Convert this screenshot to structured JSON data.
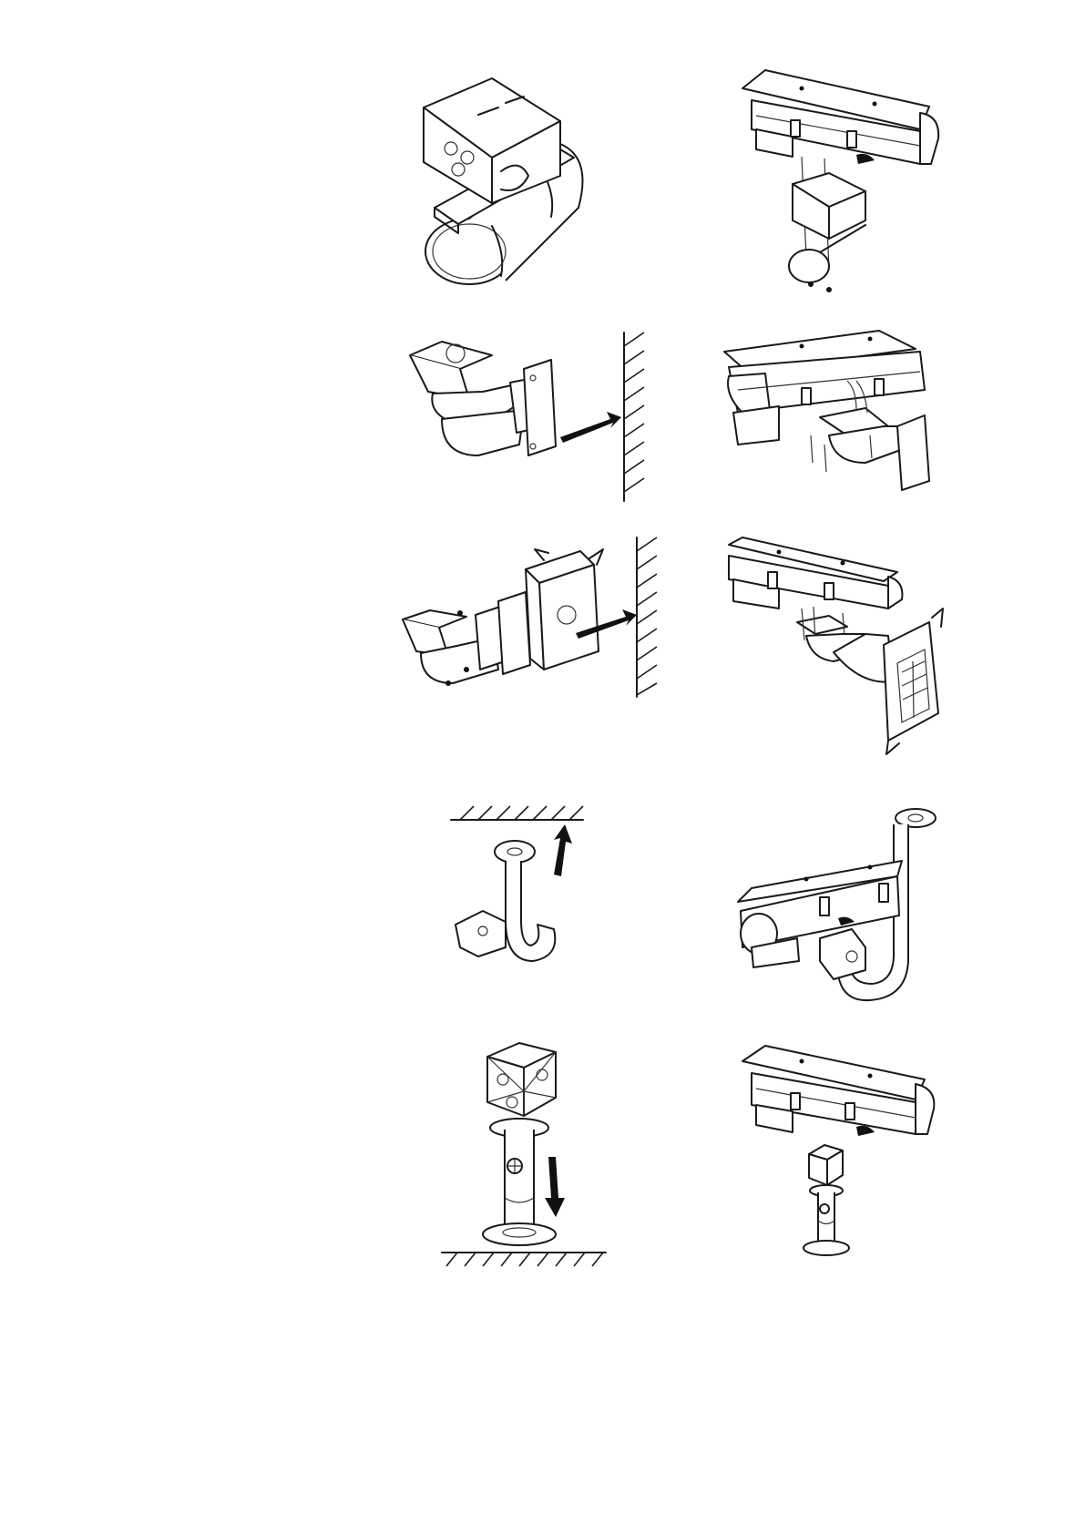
{
  "page": {
    "figures": [
      {
        "row": 1,
        "left": "pipe-clamp-adapter",
        "right": "housing-on-pipe-clamp"
      },
      {
        "row": 2,
        "left": "wall-bracket-to-wall",
        "right": "housing-on-wall-bracket"
      },
      {
        "row": 3,
        "left": "wall-bracket-junction-box-to-wall",
        "right": "housing-on-junction-box-bracket"
      },
      {
        "row": 4,
        "left": "pendant-pipe-to-ceiling",
        "right": "housing-on-pendant-pipe"
      },
      {
        "row": 5,
        "left": "pole-mount-to-floor",
        "right": "housing-on-pole-mount"
      }
    ]
  }
}
